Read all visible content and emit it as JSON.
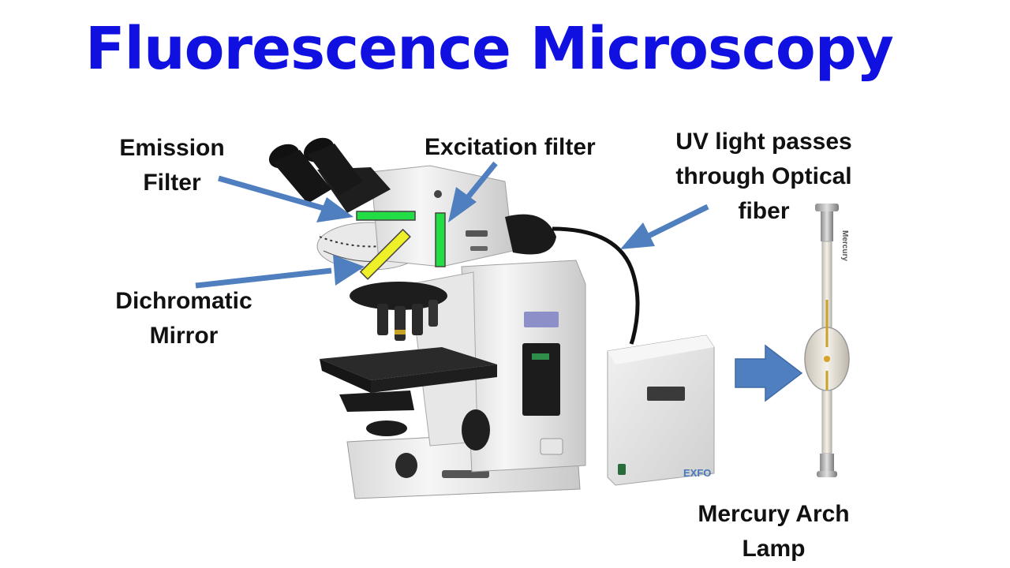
{
  "slide": {
    "title": "Fluorescence Microscopy",
    "colors": {
      "title": "#1010e0",
      "arrow": "#4f7fbf",
      "emission_filter": "#22dd44",
      "excitation_filter": "#22dd44",
      "dichromatic_mirror": "#eef02a",
      "body": "#efefef",
      "dark_parts": "#1f1f1f"
    },
    "labels": {
      "emission_line1": "Emission",
      "emission_line2": "Filter",
      "excitation": "Excitation filter",
      "uv_line1": "UV light passes",
      "uv_line2": "through Optical",
      "uv_line3": "fiber",
      "dichromatic_line1": "Dichromatic",
      "dichromatic_line2": "Mirror",
      "mercury_line1": "Mercury Arch",
      "mercury_line2": "Lamp"
    },
    "device_text": {
      "lamp_brand": "EXFO",
      "bulb_label": "Mercury"
    }
  }
}
